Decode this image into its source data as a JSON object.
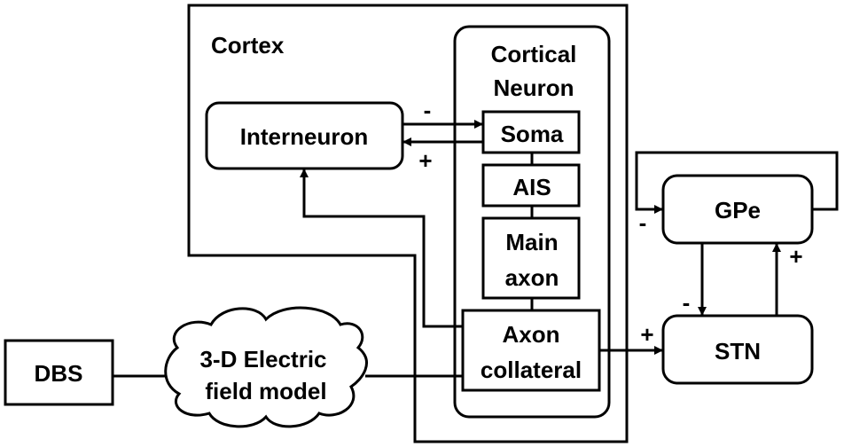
{
  "cortex": {
    "label": "Cortex"
  },
  "cortical_neuron": {
    "label_line1": "Cortical",
    "label_line2": "Neuron",
    "soma": "Soma",
    "ais": "AIS",
    "main_axon_line1": "Main",
    "main_axon_line2": "axon",
    "axon_collateral_line1": "Axon",
    "axon_collateral_line2": "collateral"
  },
  "interneuron": {
    "label": "Interneuron"
  },
  "dbs": {
    "label": "DBS"
  },
  "field_model": {
    "label_line1": "3-D Electric",
    "label_line2": "field model"
  },
  "gpe": {
    "label": "GPe"
  },
  "stn": {
    "label": "STN"
  },
  "signs": {
    "interneuron_to_soma": "-",
    "soma_to_interneuron": "+",
    "gpe_self": "-",
    "gpe_to_stn": "-",
    "stn_to_gpe": "+",
    "collateral_to_stn": "+"
  }
}
